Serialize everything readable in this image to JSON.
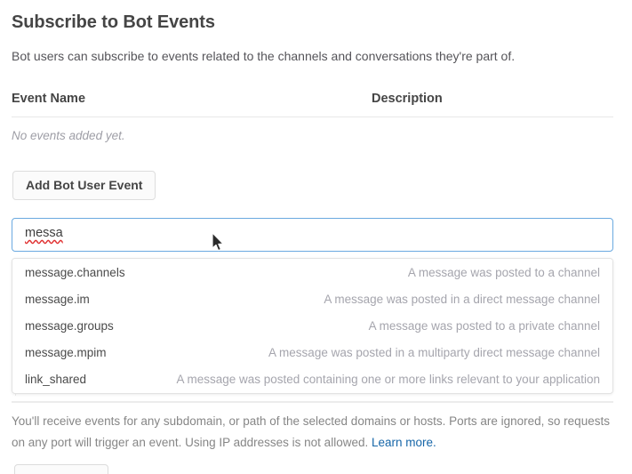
{
  "page": {
    "title": "Subscribe to Bot Events",
    "subtitle": "Bot users can subscribe to events related to the channels and conversations they're part of."
  },
  "table": {
    "columns": [
      "Event Name",
      "Description"
    ],
    "empty_text": "No events added yet.",
    "rows": []
  },
  "actions": {
    "add_bot_user_event": "Add Bot User Event"
  },
  "search": {
    "value": "messa",
    "placeholder": "",
    "spellcheck_error": true
  },
  "dropdown": {
    "visible": true,
    "items": [
      {
        "name": "message.channels",
        "description": "A message was posted to a channel"
      },
      {
        "name": "message.im",
        "description": "A message was posted in a direct message channel"
      },
      {
        "name": "message.groups",
        "description": "A message was posted to a private channel"
      },
      {
        "name": "message.mpim",
        "description": "A message was posted in a multiparty direct message channel"
      },
      {
        "name": "link_shared",
        "description": "A message was posted containing one or more links relevant to your application"
      }
    ]
  },
  "footnote": {
    "text": "You'll receive events for any subdomain, or path of the selected domains or hosts. Ports are ignored, so requests on any port will trigger an event. Using IP addresses is not allowed. ",
    "link_label": "Learn more."
  },
  "colors": {
    "focus_border": "#6aa9e0",
    "link": "#1666a8",
    "heading": "#454545",
    "muted": "#a5a5ad",
    "spellcheck": "#e03030"
  }
}
